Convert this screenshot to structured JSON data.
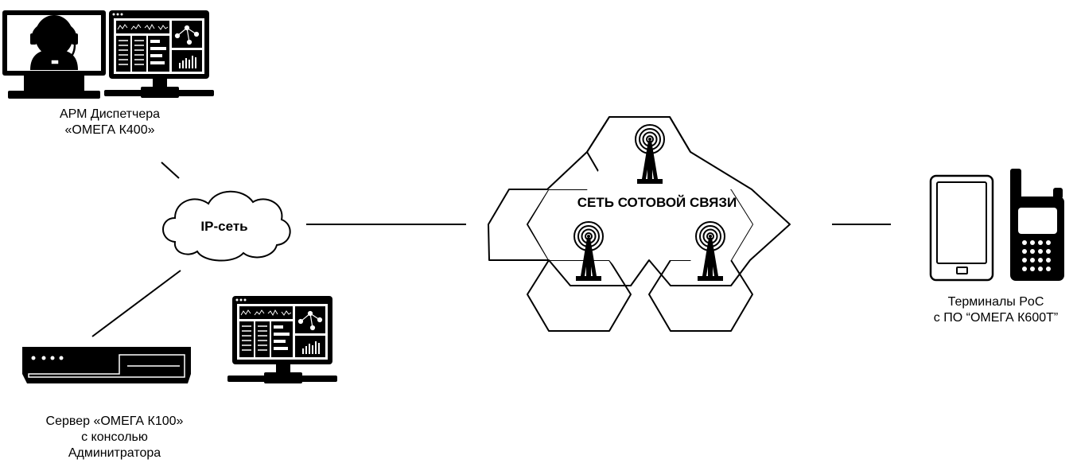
{
  "labels": {
    "dispatcher": [
      "АРМ Диспетчера",
      "«ОМЕГА К400»"
    ],
    "ip_network": "IP-сеть",
    "cellular": "СЕТЬ СОТОВОЙ СВЯЗИ",
    "terminals": [
      "Терминалы PoC",
      "с ПО “ОМЕГА К600Т”"
    ],
    "server": [
      "Сервер «ОМЕГА К100»",
      "с консолью",
      "Админитратора"
    ]
  },
  "colors": {
    "ink": "#000000",
    "background": "#ffffff"
  }
}
